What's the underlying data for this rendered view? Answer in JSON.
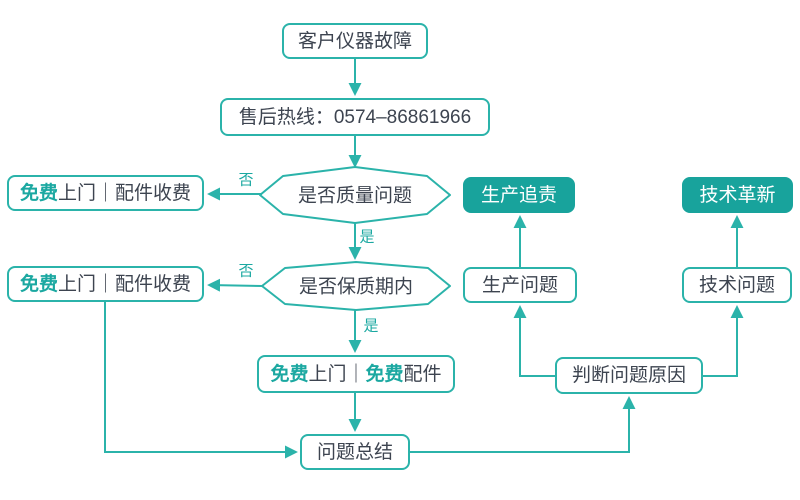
{
  "diagram": {
    "type": "flowchart",
    "background": "#ffffff",
    "colors": {
      "line_teal": "#2bb3aa",
      "filled_node_teal": "#18a39c",
      "highlight_text_teal": "#1ba8a1",
      "text_dark": "#3d4450",
      "filled_node_text": "#ffffff"
    },
    "nodes": {
      "customer": {
        "label": "客户仪器故障"
      },
      "hotline": {
        "label": "售后热线：0574–86861966"
      },
      "quality": {
        "label": "是否质量问题"
      },
      "warranty": {
        "label": "是否保质期内"
      },
      "free_visit_1": {
        "hl1": "免费",
        "txt1": "上门｜配件收费"
      },
      "free_visit_2": {
        "hl1": "免费",
        "txt1": "上门｜配件收费"
      },
      "free_parts": {
        "hl1": "免费",
        "txt1": "上门｜",
        "hl2": "免费",
        "txt2": "配件"
      },
      "prod_trace": {
        "label": "生产追责"
      },
      "tech_innov": {
        "label": "技术革新"
      },
      "prod_problem": {
        "label": "生产问题"
      },
      "tech_problem": {
        "label": "技术问题"
      },
      "judge": {
        "label": "判断问题原因"
      },
      "summary": {
        "label": "问题总结"
      }
    },
    "edge_labels": {
      "quality_no": "否",
      "quality_yes": "是",
      "warranty_no": "否",
      "warranty_yes": "是"
    }
  }
}
